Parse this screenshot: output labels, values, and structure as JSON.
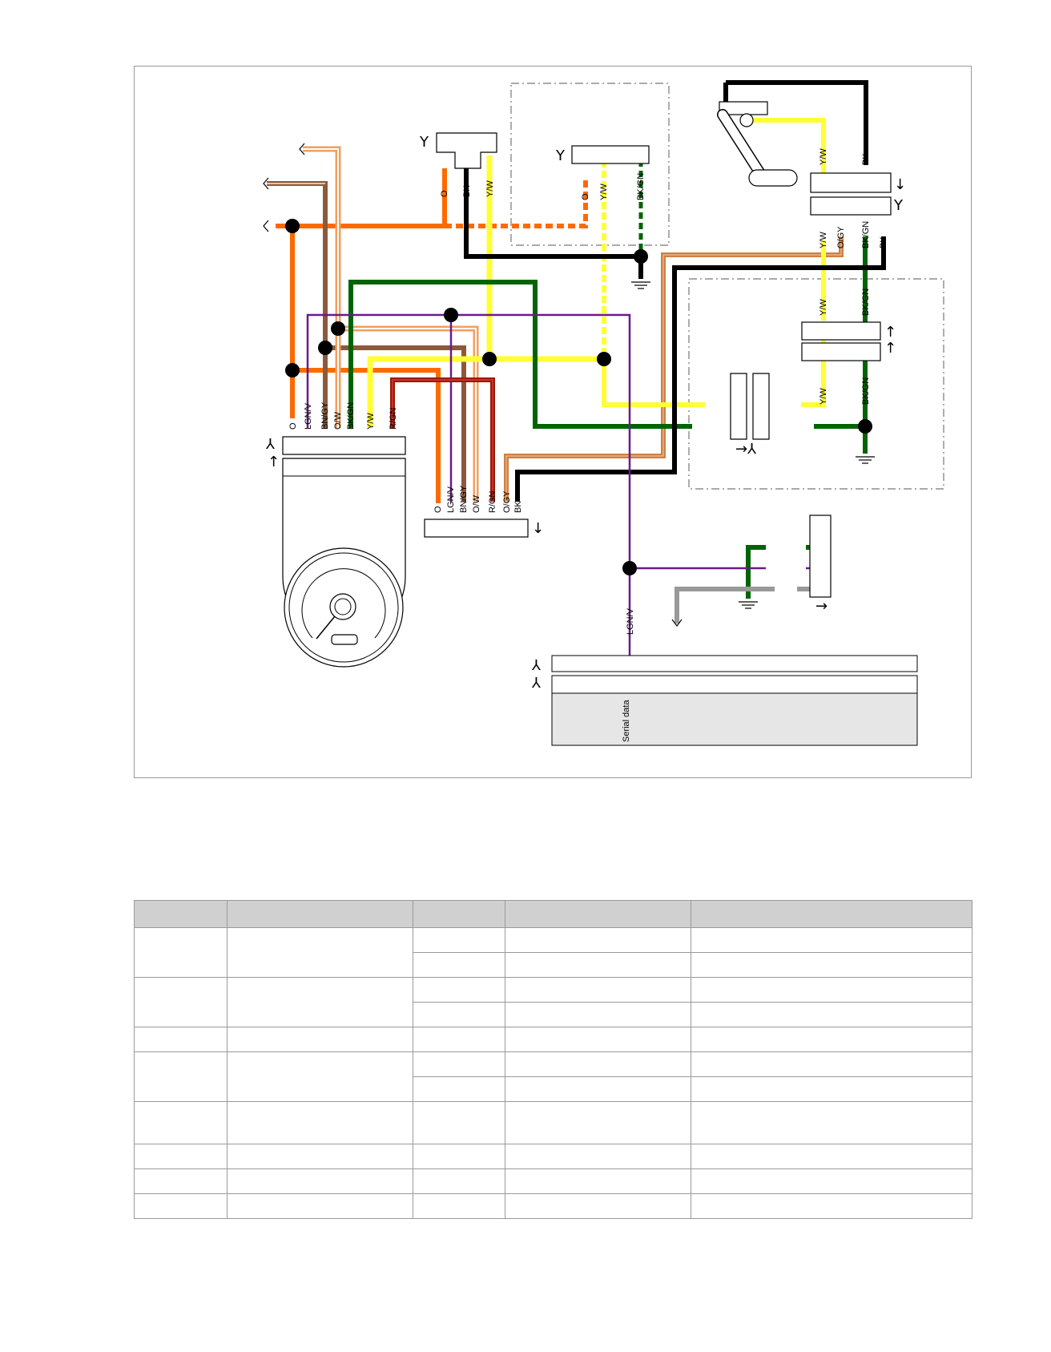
{
  "diagram": {
    "wire_labels": {
      "gauge": [
        "O",
        "LGN/V",
        "BN/GY",
        "O/W",
        "BK/GN",
        "Y/W",
        "R/GN"
      ],
      "connector": [
        "O",
        "LGN/V",
        "BN/GY",
        "O/W",
        "R/GN",
        "O/GY",
        "BK"
      ],
      "switch_top": [
        "O",
        "BK",
        "Y/W"
      ],
      "relay_top": [
        "O",
        "Y/W",
        "BK/GN"
      ],
      "sender_top": [
        "Y/W",
        "BK"
      ],
      "sender_bottom": [
        "Y/W",
        "O/GY",
        "BK/GN",
        "BK"
      ],
      "module_mid": [
        "Y/W",
        "BK/GN"
      ],
      "module_low": [
        "Y/W",
        "BK/GN"
      ],
      "bus": "LGN/V"
    },
    "ecu_label": "Serial data"
  },
  "colors": {
    "orange": "#ff6a00",
    "brown": "#8b5a3c",
    "light_orange": "#f0a060",
    "yellow": "#ffff33",
    "green": "#006400",
    "violet": "#6a1a8a",
    "red": "#c00000",
    "black": "#000000",
    "gray": "#999999"
  },
  "table": {
    "header": [
      "",
      "",
      "",
      "",
      ""
    ],
    "rows": 11
  }
}
